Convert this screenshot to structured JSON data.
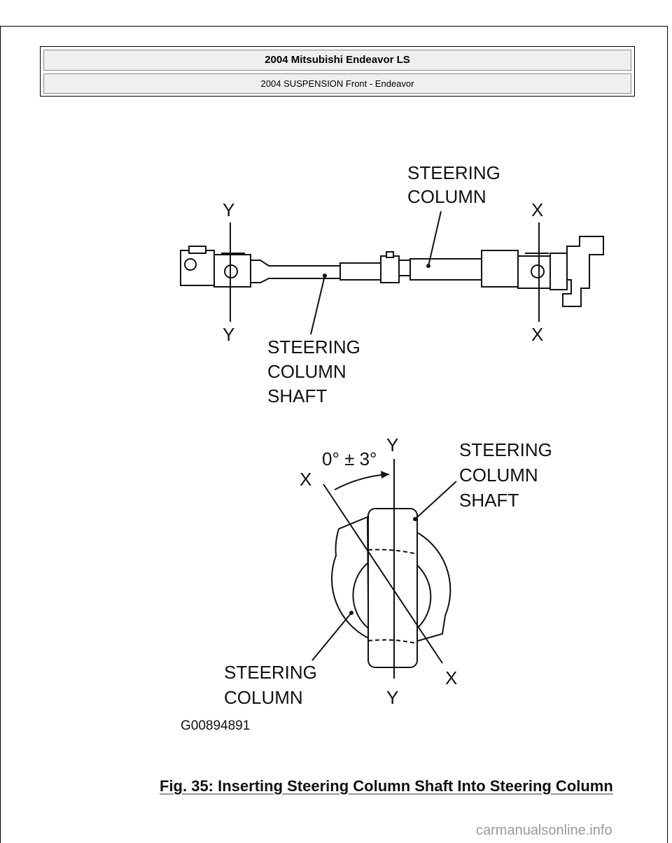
{
  "header": {
    "vehicle": "2004 Mitsubishi Endeavor LS",
    "section": "2004 SUSPENSION Front - Endeavor"
  },
  "figure": {
    "labels": {
      "steering_column_line1": "STEERING",
      "steering_column_line2": "COLUMN",
      "shaft_line1": "STEERING",
      "shaft_line2": "COLUMN",
      "shaft_line3": "SHAFT",
      "axis_x": "X",
      "axis_y": "Y",
      "angle": "0° ± 3°",
      "code": "G00894891"
    },
    "caption": "Fig. 35: Inserting Steering Column Shaft Into Steering Column"
  },
  "watermark": "carmanualsonline.info"
}
